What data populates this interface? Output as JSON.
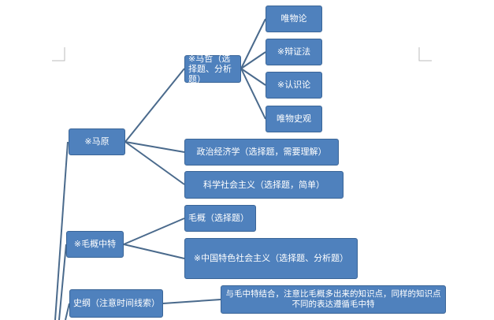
{
  "nodes": {
    "mayuan": "※马原",
    "mazhe": "※马哲（选择题、分析题）",
    "weiwulun": "唯物论",
    "bianzhengfa": "※辩证法",
    "renshilun": "※认识论",
    "weiwushiguan": "唯物史观",
    "zhengzhi": "政治经济学（选择题，需要理解）",
    "kexue": "科学社会主义（选择题，简单）",
    "maogaizhongte": "※毛概中特",
    "maogai": "毛概（选择题）",
    "zhongguotese": "※中国特色社会主义（选择题、分析题）",
    "shigang": "史纲（注意时间线索）",
    "shigang_note": "与毛中特结合，注意比毛概多出来的知识点，同样的知识点不同的表达遵循毛中特"
  },
  "colors": {
    "node_fill": "#4f81bd",
    "node_border": "#3a6597",
    "connector": "#4a6a8c",
    "text": "#ffffff"
  }
}
